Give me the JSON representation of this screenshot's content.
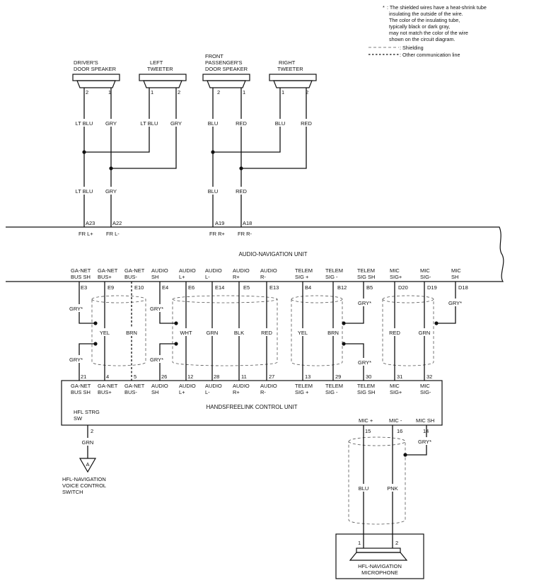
{
  "notes": {
    "star": "*",
    "lines": [
      ": The shielded wires have a heat-shrink tube",
      "insulating the outside of the wire.",
      "The color of the insulating tube,",
      "typically black or dark gray,",
      "may not match the color of the wire",
      "shown on the circuit diagram."
    ],
    "legend_shielding": ": Shielding",
    "legend_comm": ": Other communication line"
  },
  "speakers": [
    {
      "name": [
        "DRIVER'S",
        "DOOR SPEAKER"
      ],
      "pins": [
        "2",
        "1"
      ]
    },
    {
      "name": [
        "LEFT",
        "TWEETER"
      ],
      "pins": [
        "1",
        "2"
      ]
    },
    {
      "name": [
        "FRONT",
        "PASSENGER'S",
        "DOOR SPEAKER"
      ],
      "pins": [
        "2",
        "1"
      ]
    },
    {
      "name": [
        "RIGHT",
        "TWEETER"
      ],
      "pins": [
        "1",
        "2"
      ]
    }
  ],
  "speaker_wire_labels": {
    "upper": [
      "LT BLU",
      "GRY",
      "LT BLU",
      "GRY",
      "BLU",
      "RED",
      "BLU",
      "RED"
    ],
    "lower": [
      "LT BLU",
      "GRY",
      "BLU",
      "RED"
    ]
  },
  "audio_nav_unit": {
    "title": "AUDIO-NAVIGATION UNIT",
    "top_pins": [
      {
        "terminal": "A23",
        "signal": "FR L+"
      },
      {
        "terminal": "A22",
        "signal": "FR L-"
      },
      {
        "terminal": "A19",
        "signal": "FR R+"
      },
      {
        "terminal": "A18",
        "signal": "FR R-"
      }
    ],
    "bottom_pins": [
      {
        "label": [
          "GA-NET",
          "BUS SH"
        ],
        "terminal": "E3"
      },
      {
        "label": [
          "GA-NET",
          "BUS+"
        ],
        "terminal": "E9"
      },
      {
        "label": [
          "GA-NET",
          "BUS-"
        ],
        "terminal": "E10"
      },
      {
        "label": [
          "AUDIO",
          "SH"
        ],
        "terminal": "E4"
      },
      {
        "label": [
          "AUDIO",
          "L+"
        ],
        "terminal": "E6"
      },
      {
        "label": [
          "AUDIO",
          "L-"
        ],
        "terminal": "E14"
      },
      {
        "label": [
          "AUDIO",
          "R+"
        ],
        "terminal": "E5"
      },
      {
        "label": [
          "AUDIO",
          "R-"
        ],
        "terminal": "E13"
      },
      {
        "label": [
          "TELEM",
          "SIG +"
        ],
        "terminal": "B4"
      },
      {
        "label": [
          "TELEM",
          "SIG -"
        ],
        "terminal": "B12"
      },
      {
        "label": [
          "TELEM",
          "SIG SH"
        ],
        "terminal": "B5"
      },
      {
        "label": [
          "MIC",
          "SIG+"
        ],
        "terminal": "D20"
      },
      {
        "label": [
          "MIC",
          "SIG-"
        ],
        "terminal": "D19"
      },
      {
        "label": [
          "MIC",
          "SH"
        ],
        "terminal": "D18"
      }
    ]
  },
  "mid_wire_labels": {
    "colors": [
      "YEL",
      "BRN",
      "WHT",
      "GRN",
      "BLK",
      "RED",
      "YEL",
      "BRN",
      "RED",
      "GRN"
    ],
    "gry": "GRY*"
  },
  "hfl_unit": {
    "title": "HANDSFREELINK CONTROL UNIT",
    "top_pins": [
      {
        "label": [
          "GA-NET",
          "BUS SH"
        ],
        "number": "21"
      },
      {
        "label": [
          "GA-NET",
          "BUS+"
        ],
        "number": "4"
      },
      {
        "label": [
          "GA-NET",
          "BUS-"
        ],
        "number": "5"
      },
      {
        "label": [
          "AUDIO",
          "SH"
        ],
        "number": "26"
      },
      {
        "label": [
          "AUDIO",
          "L+"
        ],
        "number": "12"
      },
      {
        "label": [
          "AUDIO",
          "L-"
        ],
        "number": "28"
      },
      {
        "label": [
          "AUDIO",
          "R+"
        ],
        "number": "11"
      },
      {
        "label": [
          "AUDIO",
          "R-"
        ],
        "number": "27"
      },
      {
        "label": [
          "TELEM",
          "SIG +"
        ],
        "number": "13"
      },
      {
        "label": [
          "TELEM",
          "SIG -"
        ],
        "number": "29"
      },
      {
        "label": [
          "TELEM",
          "SIG SH"
        ],
        "number": "30"
      },
      {
        "label": [
          "MIC",
          "SIG+"
        ],
        "number": "31"
      },
      {
        "label": [
          "MIC",
          "SIG-"
        ],
        "number": "32"
      }
    ],
    "strg_label": [
      "HFL STRG",
      "SW"
    ],
    "strg_pin": "2",
    "bottom_pins": [
      {
        "label": "MIC +",
        "number": "15"
      },
      {
        "label": "MIC -",
        "number": "16"
      },
      {
        "label": "MIC SH",
        "number": "14"
      }
    ]
  },
  "switch": {
    "wire": "GRN",
    "connector": "A",
    "label": [
      "HFL-NAVIGATION",
      "VOICE CONTROL",
      "SWITCH"
    ]
  },
  "microphone": {
    "wires": [
      "BLU",
      "PNK"
    ],
    "gry": "GRY*",
    "pins": [
      "1",
      "2"
    ],
    "label": [
      "HFL-NAVIGATION",
      "MICROPHONE"
    ]
  }
}
